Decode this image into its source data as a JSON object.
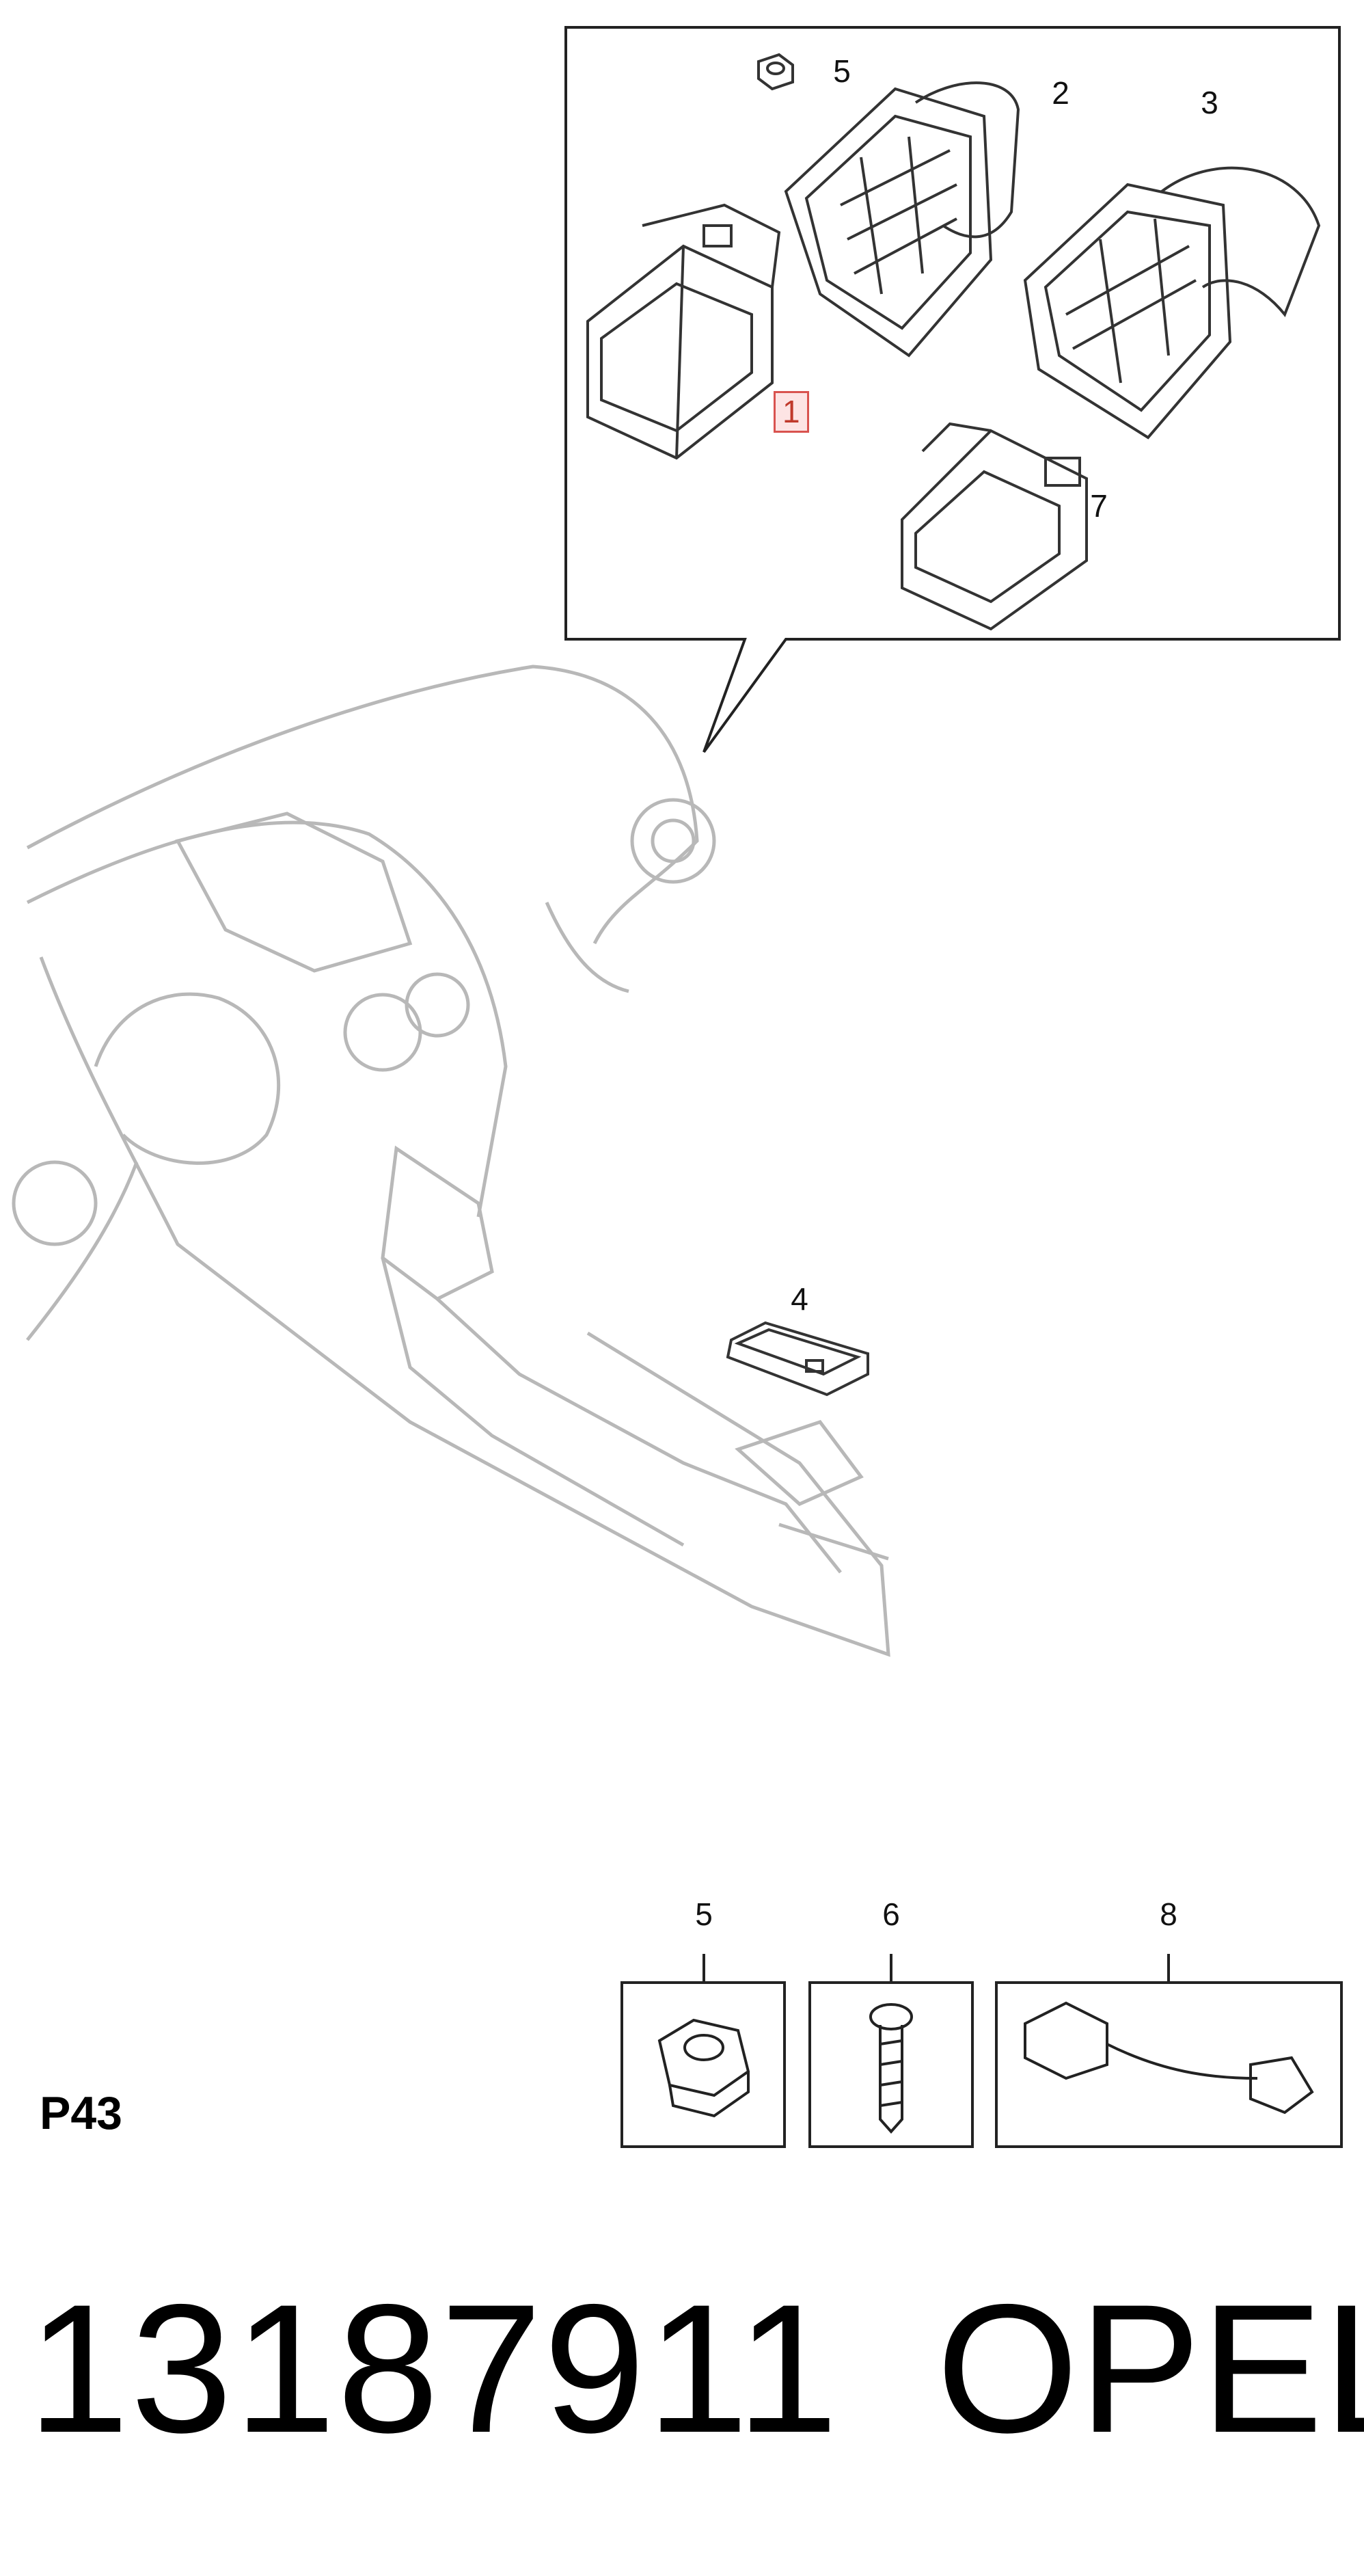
{
  "callouts": {
    "c1": "1",
    "c2": "2",
    "c3": "3",
    "c4": "4",
    "c5_top": "5",
    "c7": "7",
    "c5_detail": "5",
    "c6_detail": "6",
    "c8_detail": "8"
  },
  "highlight_color": "#d9534f",
  "page_code": "P43",
  "part_number": "13187911",
  "brand": "OPEL"
}
